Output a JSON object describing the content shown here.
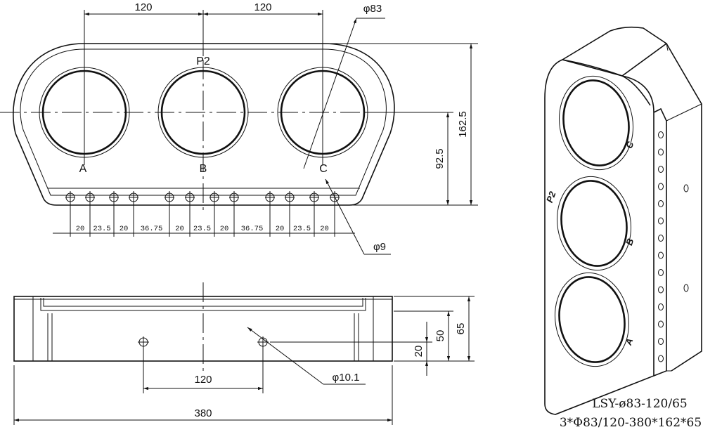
{
  "front_view": {
    "dim_pitch_left": "120",
    "dim_pitch_right": "120",
    "dim_hole_dia": "φ83",
    "dim_total_height": "162.5",
    "dim_center_height": "92.5",
    "dim_screw_hole": "φ9",
    "label_p2": "P2",
    "label_a": "A",
    "label_b": "B",
    "label_c": "C",
    "screw_spacing": [
      "20",
      "23.5",
      "20",
      "36.75",
      "20",
      "23.5",
      "20",
      "36.75",
      "20",
      "23.5",
      "20"
    ]
  },
  "bottom_view": {
    "dim_height_65": "65",
    "dim_height_50": "50",
    "dim_height_20": "20",
    "dim_hole_spacing": "120",
    "dim_length": "380",
    "dim_mount_hole": "φ10.1"
  },
  "iso_view": {
    "label_p2": "P2",
    "label_a": "A",
    "label_b": "B",
    "label_c": "C"
  },
  "caption": {
    "model": "LSY-ø83-120/65",
    "spec": "3*Φ83/120-380*162*65"
  }
}
